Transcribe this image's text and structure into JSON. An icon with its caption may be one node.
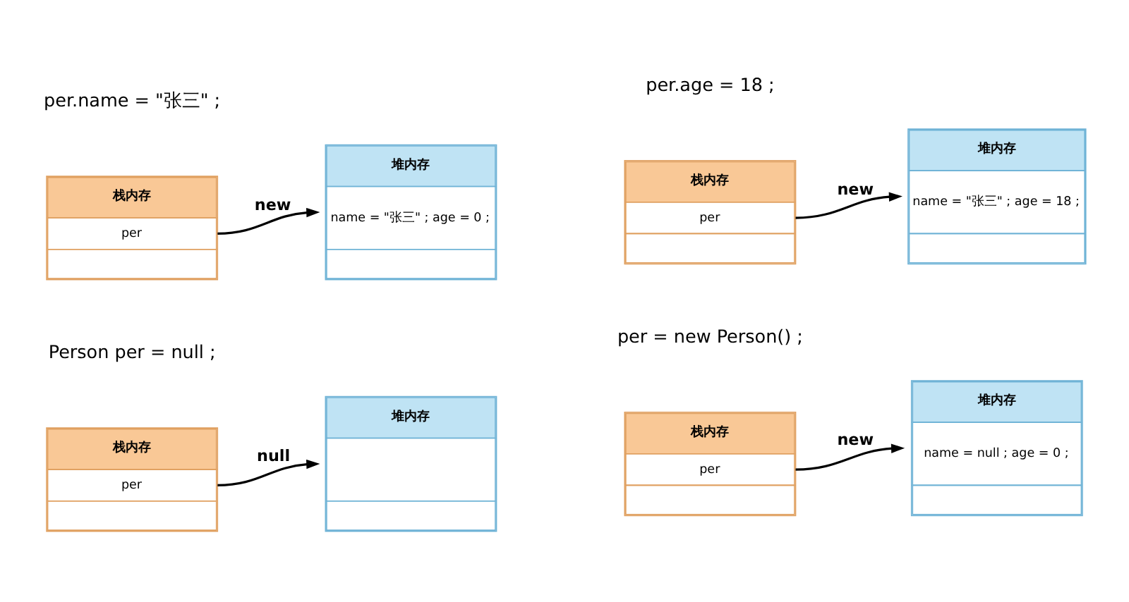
{
  "diagram": {
    "nodes": [
      {
        "text": [
          "栈内存",
          "per"
        ]
      },
      {
        "text": [
          "堆内存"
        ]
      },
      {
        "text": [
          "栈内存",
          "per"
        ]
      },
      {
        "text": [
          "堆内存",
          "name = null ; age = 0 ;"
        ]
      },
      {
        "text": [
          "栈内存",
          "per"
        ]
      },
      {
        "text": [
          "堆内存",
          "name = \"张三\" ; age = 0 ;"
        ]
      },
      {
        "text": [
          "栈内存",
          "per"
        ]
      },
      {
        "text": [
          "堆内存",
          "name = \"张三\" ; age = 18 ;"
        ]
      }
    ],
    "edges": [
      {
        "from": 0,
        "to": 1,
        "arrow": "to",
        "label": "null"
      },
      {
        "from": 2,
        "to": 3,
        "arrow": "to",
        "label": "new"
      },
      {
        "from": 4,
        "to": 5,
        "arrow": "to",
        "label": "new"
      },
      {
        "from": 6,
        "to": 7,
        "arrow": "to",
        "label": "new"
      }
    ],
    "labels": [
      "Person per = null ;",
      "per = new Person() ;",
      "per.name = \"张三\" ;",
      "per.age = 18 ;"
    ]
  }
}
